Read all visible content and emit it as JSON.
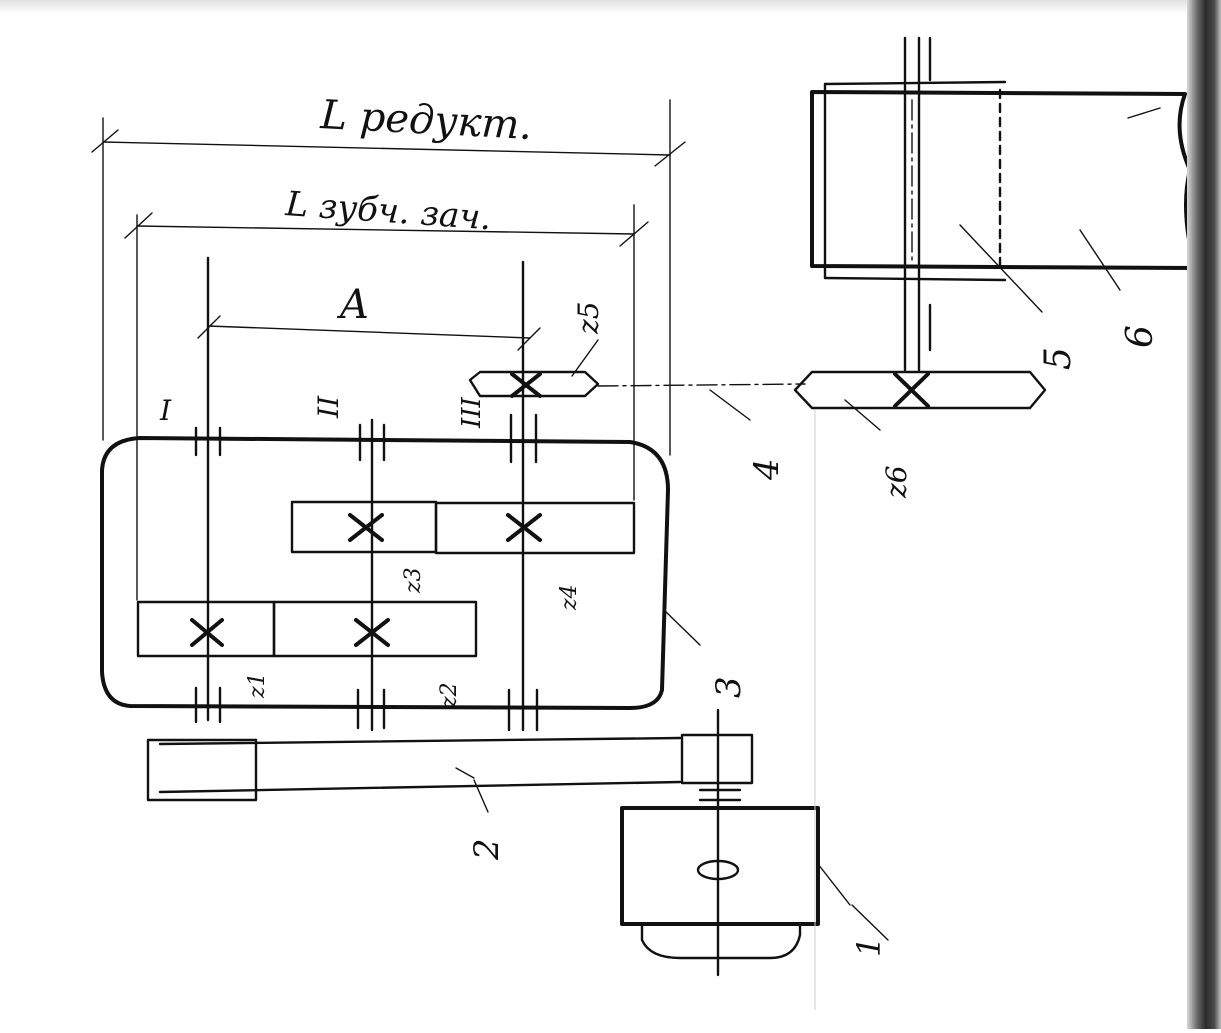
{
  "labels": {
    "dim_reducer": "L редукт.",
    "dim_gear_train": "L зубч. зач.",
    "dim_center": "A",
    "shaft_1": "I",
    "shaft_2": "II",
    "shaft_3": "III",
    "z5": "z5",
    "z6": "z6",
    "z1": "z1",
    "z2": "z2",
    "z3": "z3",
    "z4": "z4"
  },
  "callouts": [
    "1",
    "2",
    "3",
    "4",
    "5",
    "6"
  ],
  "colors": {
    "ink": "#111111",
    "paper": "#ffffff"
  }
}
